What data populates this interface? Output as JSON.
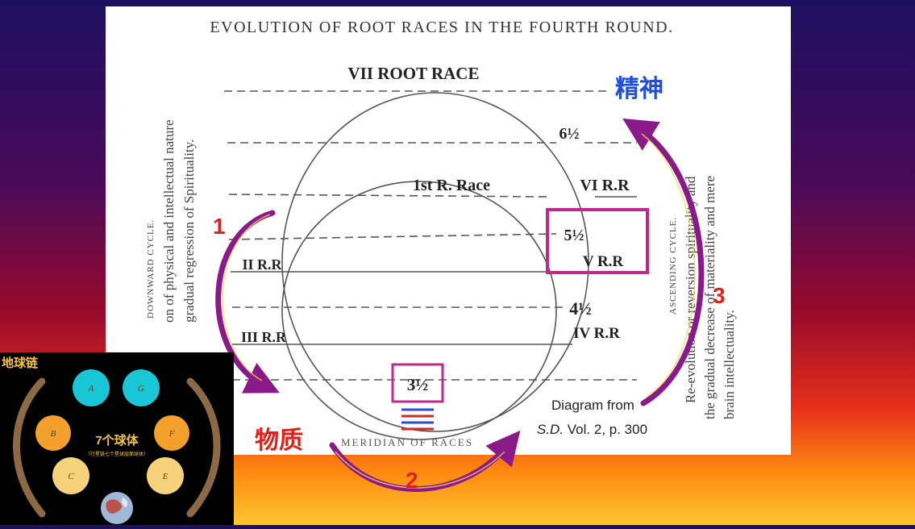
{
  "diagram": {
    "title": "EVOLUTION OF ROOT RACES IN THE FOURTH ROUND.",
    "race_labels": {
      "seventh": "VII ROOT RACE",
      "first": "1st R. Race",
      "sixth_sub": "6½",
      "sixth": "VI R.R",
      "fifth_sub": "5½",
      "fifth": "V R.R",
      "second": "II R.R",
      "fourth_sub": "4½",
      "fourth": "IV R.R",
      "third": "III R.R",
      "third_sub": "3½",
      "meridian": "MERIDIAN OF RACES"
    },
    "left_caption": {
      "title": "DOWNWARD CYCLE.",
      "line1": "on of physical and intellectual nature",
      "line2": "gradual regression of Spirituality."
    },
    "right_caption": {
      "title": "ASCENDING CYCLE.",
      "line1": "Re-evolution or reversion spirituality and",
      "line2": "the gradual decrease of materiality and mere",
      "line3": "brain intellectuality."
    },
    "source": {
      "line1": "Diagram from",
      "line2_italic": "S.D.",
      "line2_rest": " Vol. 2, p. 300"
    }
  },
  "annotations": {
    "spirit": "精神",
    "matter": "物质",
    "step1": "1",
    "step2": "2",
    "step3": "3"
  },
  "globe_panel": {
    "title": "地球链",
    "center_label": "7个球体",
    "center_sub": "（行星链七个星球层面球体）",
    "globes": [
      "A",
      "G",
      "B",
      "F",
      "C",
      "E"
    ]
  },
  "colors": {
    "arrow_purple": "#8a1a8a",
    "highlight_magenta": "#c0288a",
    "annotation_red": "#e0201a",
    "spirit_blue": "#1f4fd8",
    "globe_cyan": "#19c6d6",
    "globe_orange": "#f3a12a",
    "globe_pale": "#f6d27a"
  }
}
